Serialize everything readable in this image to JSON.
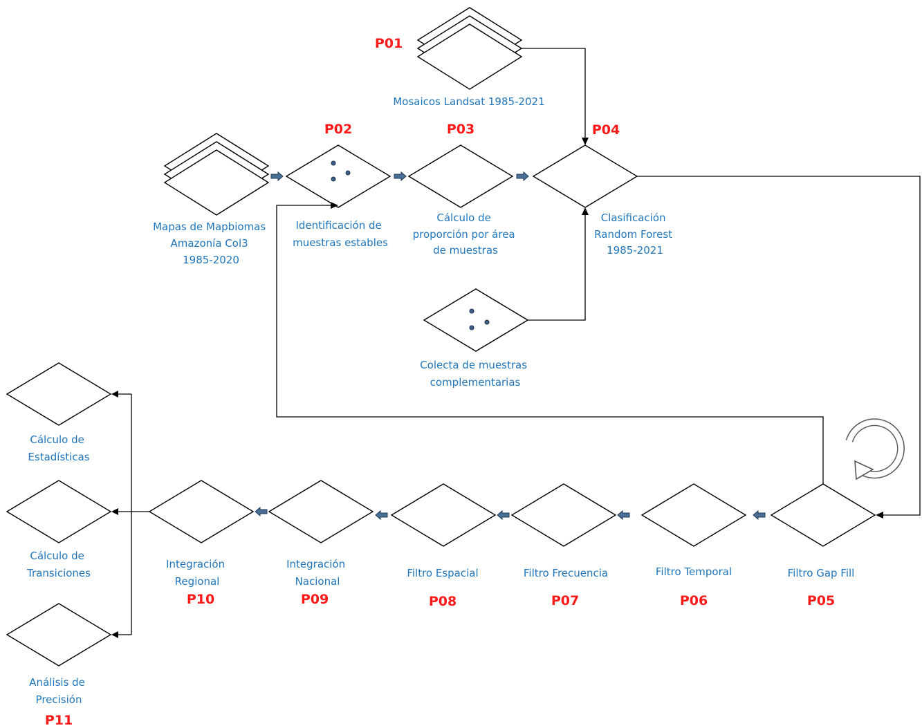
{
  "diagram": {
    "steps": {
      "p01": {
        "code": "P01",
        "label": [
          "Mosaicos Landsat 1985-2021"
        ]
      },
      "mapas": {
        "label": [
          "Mapas de Mapbiomas",
          "Amazonía Col3",
          "1985-2020"
        ]
      },
      "p02": {
        "code": "P02",
        "label": [
          "Identificación de",
          "muestras estables"
        ]
      },
      "p03": {
        "code": "P03",
        "label": [
          "Cálculo de",
          "proporción por área",
          "de muestras"
        ]
      },
      "p04": {
        "code": "P04",
        "label": [
          "Clasificación",
          "Random Forest",
          "1985-2021"
        ]
      },
      "colecta": {
        "label": [
          "Colecta de muestras",
          "complementarias"
        ]
      },
      "p05": {
        "code": "P05",
        "label": [
          "Filtro Gap Fill"
        ]
      },
      "p06": {
        "code": "P06",
        "label": [
          "Filtro Temporal"
        ]
      },
      "p07": {
        "code": "P07",
        "label": [
          "Filtro Frecuencia"
        ]
      },
      "p08": {
        "code": "P08",
        "label": [
          "Filtro Espacial"
        ]
      },
      "p09": {
        "code": "P09",
        "label": [
          "Integración",
          "Nacional"
        ]
      },
      "p10": {
        "code": "P10",
        "label": [
          "Integración",
          "Regional"
        ]
      },
      "estadisticas": {
        "label": [
          "Cálculo de",
          "Estadísticas"
        ]
      },
      "transiciones": {
        "label": [
          "Cálculo de",
          "Transiciones"
        ]
      },
      "p11": {
        "code": "P11",
        "label": [
          "Análisis de",
          "Precisión"
        ]
      }
    },
    "icons": {
      "layers": "layers-icon",
      "samples": "sample-points-icon",
      "loop": "circular-arrow-icon"
    },
    "colors": {
      "label_text": "#1f75bb",
      "code_text": "#ff1a1a",
      "block_arrow": "#4a6f94",
      "lines": "#000000"
    }
  }
}
